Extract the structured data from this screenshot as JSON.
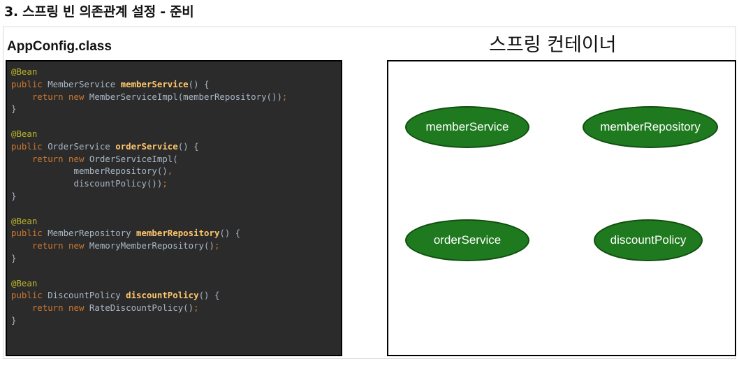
{
  "page": {
    "title": "3. 스프링 빈 의존관계 설정 - 준비"
  },
  "config": {
    "label": "AppConfig.class",
    "code_lines": [
      [
        {
          "t": "@Bean",
          "c": "annot"
        }
      ],
      [
        {
          "t": "public ",
          "c": "kw"
        },
        {
          "t": "MemberService ",
          "c": "plain"
        },
        {
          "t": "memberService",
          "c": "fn"
        },
        {
          "t": "() {",
          "c": "plain"
        }
      ],
      [
        {
          "t": "    return new ",
          "c": "kw"
        },
        {
          "t": "MemberServiceImpl(memberRepository())",
          "c": "plain"
        },
        {
          "t": ";",
          "c": "kw"
        }
      ],
      [
        {
          "t": "}",
          "c": "plain"
        }
      ],
      [
        {
          "t": "",
          "c": "plain"
        }
      ],
      [
        {
          "t": "@Bean",
          "c": "annot"
        }
      ],
      [
        {
          "t": "public ",
          "c": "kw"
        },
        {
          "t": "OrderService ",
          "c": "plain"
        },
        {
          "t": "orderService",
          "c": "fn"
        },
        {
          "t": "() {",
          "c": "plain"
        }
      ],
      [
        {
          "t": "    return new ",
          "c": "kw"
        },
        {
          "t": "OrderServiceImpl(",
          "c": "plain"
        }
      ],
      [
        {
          "t": "            memberRepository()",
          "c": "plain"
        },
        {
          "t": ",",
          "c": "kw"
        }
      ],
      [
        {
          "t": "            discountPolicy())",
          "c": "plain"
        },
        {
          "t": ";",
          "c": "kw"
        }
      ],
      [
        {
          "t": "}",
          "c": "plain"
        }
      ],
      [
        {
          "t": "",
          "c": "plain"
        }
      ],
      [
        {
          "t": "@Bean",
          "c": "annot"
        }
      ],
      [
        {
          "t": "public ",
          "c": "kw"
        },
        {
          "t": "MemberRepository ",
          "c": "plain"
        },
        {
          "t": "memberRepository",
          "c": "fn"
        },
        {
          "t": "() {",
          "c": "plain"
        }
      ],
      [
        {
          "t": "    return new ",
          "c": "kw"
        },
        {
          "t": "MemoryMemberRepository()",
          "c": "plain"
        },
        {
          "t": ";",
          "c": "kw"
        }
      ],
      [
        {
          "t": "}",
          "c": "plain"
        }
      ],
      [
        {
          "t": "",
          "c": "plain"
        }
      ],
      [
        {
          "t": "@Bean",
          "c": "annot"
        }
      ],
      [
        {
          "t": "public ",
          "c": "kw"
        },
        {
          "t": "DiscountPolicy ",
          "c": "plain"
        },
        {
          "t": "discountPolicy",
          "c": "fn"
        },
        {
          "t": "() {",
          "c": "plain"
        }
      ],
      [
        {
          "t": "    return new ",
          "c": "kw"
        },
        {
          "t": "RateDiscountPolicy()",
          "c": "plain"
        },
        {
          "t": ";",
          "c": "kw"
        }
      ],
      [
        {
          "t": "}",
          "c": "plain"
        }
      ]
    ]
  },
  "container": {
    "label": "스프링 컨테이너",
    "beans": {
      "member_service": "memberService",
      "member_repository": "memberRepository",
      "order_service": "orderService",
      "discount_policy": "discountPolicy"
    }
  },
  "colors": {
    "code_bg": "#2b2b2b",
    "annotation": "#bbb529",
    "keyword": "#cc7832",
    "method_name": "#ffc66d",
    "code_text": "#a9b7c6",
    "bean_fill": "#1f7a1f"
  }
}
